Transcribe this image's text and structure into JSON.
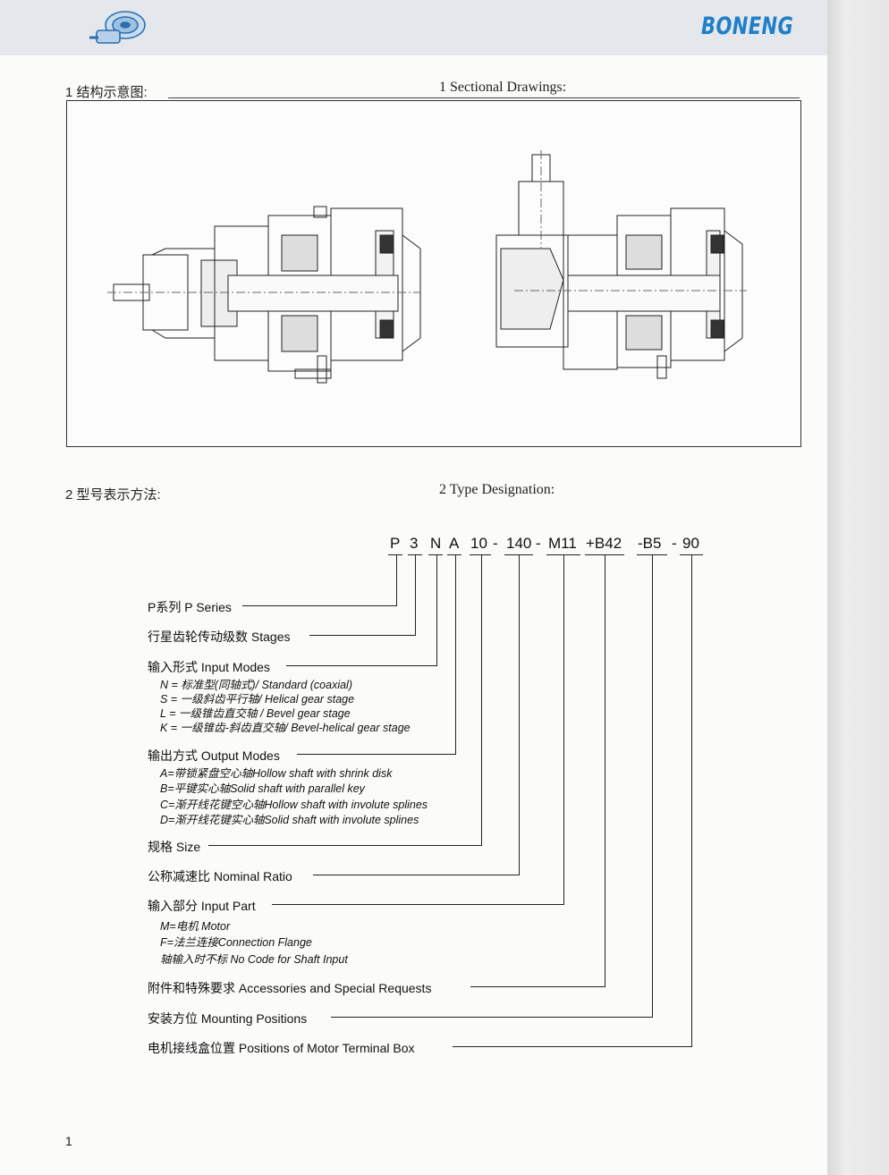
{
  "header": {
    "brand": "BONENG",
    "logo_icon": "gearbox-logo-icon"
  },
  "section1": {
    "title_cn": "1 结构示意图:",
    "title_en": "1 Sectional Drawings:"
  },
  "section2": {
    "title_cn": "2 型号表示方法:",
    "title_en": "2 Type Designation:"
  },
  "designation": {
    "codes": [
      "P",
      "3",
      "N",
      "A",
      "10",
      "-",
      "140",
      "-",
      "M11",
      "+B42",
      "-B5",
      "-",
      "90"
    ]
  },
  "labels": [
    {
      "text": "P系列 P Series"
    },
    {
      "text": "行星齿轮传动级数 Stages"
    },
    {
      "text": "输入形式 Input Modes",
      "subs": [
        "N = 标准型(同轴式)/ Standard (coaxial)",
        "S = 一级斜齿平行轴/ Helical gear stage",
        "L = 一级锥齿直交轴 / Bevel gear stage",
        "K = 一级锥齿-斜齿直交轴/ Bevel-helical gear stage"
      ]
    },
    {
      "text": "输出方式 Output Modes",
      "subs": [
        "A=带锁紧盘空心轴Hollow shaft with shrink disk",
        "B=平键实心轴Solid shaft with parallel key",
        "C=渐开线花键空心轴Hollow shaft with involute splines",
        "D=渐开线花键实心轴Solid shaft with involute splines"
      ]
    },
    {
      "text": "规格 Size"
    },
    {
      "text": "公称减速比 Nominal Ratio"
    },
    {
      "text": "输入部分 Input Part",
      "subs": [
        "M=电机 Motor",
        "F=法兰连接Connection Flange",
        "轴输入时不标 No Code for Shaft Input"
      ]
    },
    {
      "text": "附件和特殊要求 Accessories and Special Requests"
    },
    {
      "text": "安装方位 Mounting Positions"
    },
    {
      "text": "电机接线盒位置 Positions of Motor Terminal Box"
    }
  ],
  "page_number": "1"
}
